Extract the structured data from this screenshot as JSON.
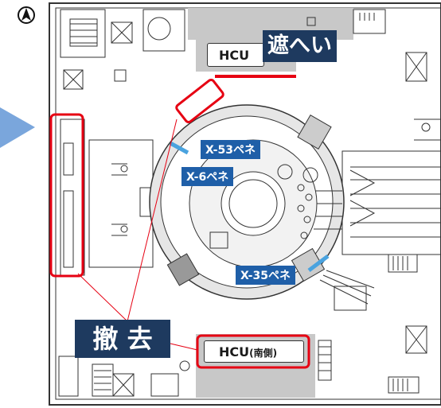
{
  "compass_icon": "north-arrow-icon",
  "labels": {
    "hcu_north": "HCU",
    "shielding": "遮へい",
    "x53": "X-53ペネ",
    "x6": "X-6ペネ",
    "x35": "X-35ペネ",
    "removal": "撤 去",
    "hcu_south_main": "HCU",
    "hcu_south_sub": "(南側)"
  },
  "colors": {
    "highlight_red": "#e60012",
    "label_navy": "#1e3a5f",
    "label_blue": "#1f5fa8",
    "pointer_blue": "#7aa6dc",
    "structure_gray": "#c8c8c8"
  }
}
